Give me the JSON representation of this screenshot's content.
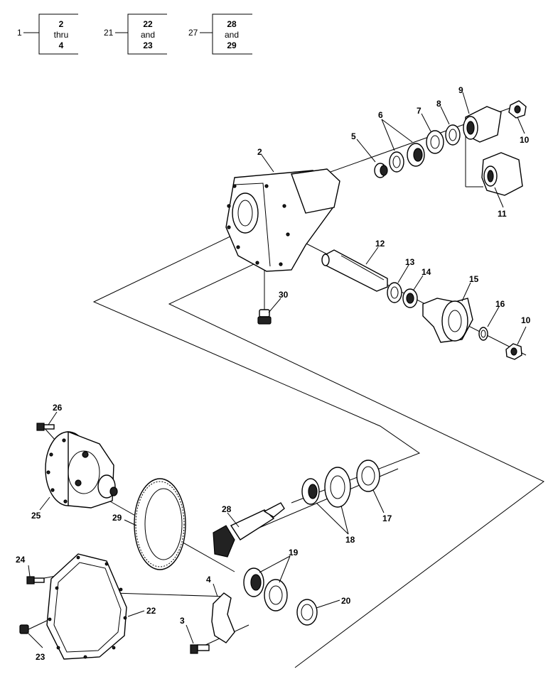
{
  "key": [
    {
      "ref": "1",
      "lines": [
        "2",
        "thru",
        "4"
      ]
    },
    {
      "ref": "21",
      "lines": [
        "22",
        "and",
        "23"
      ]
    },
    {
      "ref": "27",
      "lines": [
        "28",
        "and",
        "29"
      ]
    }
  ],
  "callouts": {
    "c2": "2",
    "c3": "3",
    "c4": "4",
    "c5": "5",
    "c6": "6",
    "c7": "7",
    "c8": "8",
    "c9": "9",
    "c10a": "10",
    "c10b": "10",
    "c11": "11",
    "c12": "12",
    "c13": "13",
    "c14": "14",
    "c15": "15",
    "c16": "16",
    "c17": "17",
    "c18": "18",
    "c19": "19",
    "c20": "20",
    "c22": "22",
    "c23": "23",
    "c24": "24",
    "c25": "25",
    "c26": "26",
    "c28": "28",
    "c29": "29",
    "c30": "30"
  }
}
